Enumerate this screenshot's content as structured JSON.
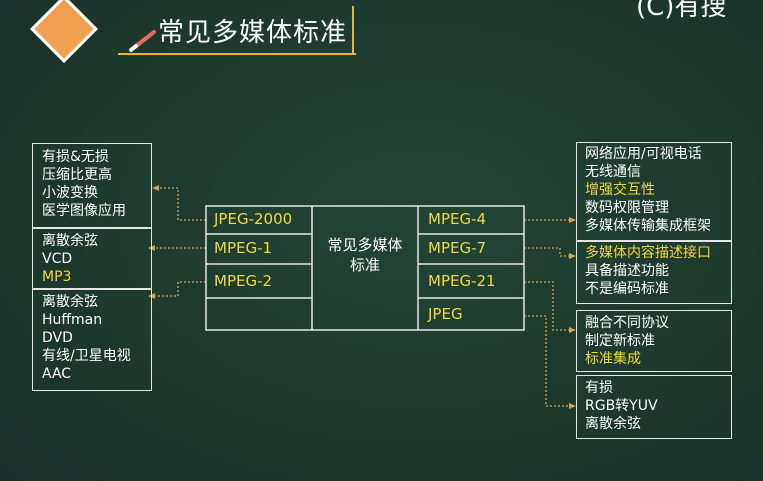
{
  "header": {
    "title": "常见多媒体标准",
    "corner_text": "(C)有搜"
  },
  "left_panels": [
    {
      "lines": [
        {
          "text": "有损&无损",
          "hl": false
        },
        {
          "text": "压缩比更高",
          "hl": false
        },
        {
          "text": "小波变换",
          "hl": false
        },
        {
          "text": "医学图像应用",
          "hl": false
        }
      ]
    },
    {
      "lines": [
        {
          "text": "离散余弦",
          "hl": false
        },
        {
          "text": "VCD",
          "hl": false
        },
        {
          "text": "MP3",
          "hl": true
        }
      ]
    },
    {
      "lines": [
        {
          "text": "离散余弦",
          "hl": false
        },
        {
          "text": "Huffman",
          "hl": false
        },
        {
          "text": "DVD",
          "hl": false
        },
        {
          "text": "有线/卫星电视",
          "hl": false
        },
        {
          "text": "AAC",
          "hl": false
        }
      ]
    }
  ],
  "table": {
    "left_column": [
      "JPEG-2000",
      "MPEG-1",
      "MPEG-2",
      ""
    ],
    "center_label": "常见多媒体\n标准",
    "right_column": [
      "MPEG-4",
      "MPEG-7",
      "MPEG-21",
      "JPEG"
    ]
  },
  "right_panels": [
    {
      "lines": [
        {
          "text": "网络应用/可视电话",
          "hl": false
        },
        {
          "text": "无线通信",
          "hl": false
        },
        {
          "text": "增强交互性",
          "hl": true
        },
        {
          "text": "数码权限管理",
          "hl": false
        },
        {
          "text": "多媒体传输集成框架",
          "hl": false
        }
      ]
    },
    {
      "lines": [
        {
          "text": "多媒体内容描述接口",
          "hl": true
        },
        {
          "text": "具备描述功能",
          "hl": false
        },
        {
          "text": "不是编码标准",
          "hl": false
        }
      ]
    },
    {
      "lines": [
        {
          "text": "融合不同协议",
          "hl": false
        },
        {
          "text": "制定新标准",
          "hl": false
        },
        {
          "text": "标准集成",
          "hl": true
        }
      ]
    },
    {
      "lines": [
        {
          "text": "有损",
          "hl": false
        },
        {
          "text": "RGB转YUV",
          "hl": false
        },
        {
          "text": "离散余弦",
          "hl": false
        }
      ]
    }
  ],
  "colors": {
    "background": "#1d3a2f",
    "highlight": "#f2d740",
    "accent": "#e8b53a",
    "diamond": "#f0a050",
    "connector": "#d9a050"
  }
}
